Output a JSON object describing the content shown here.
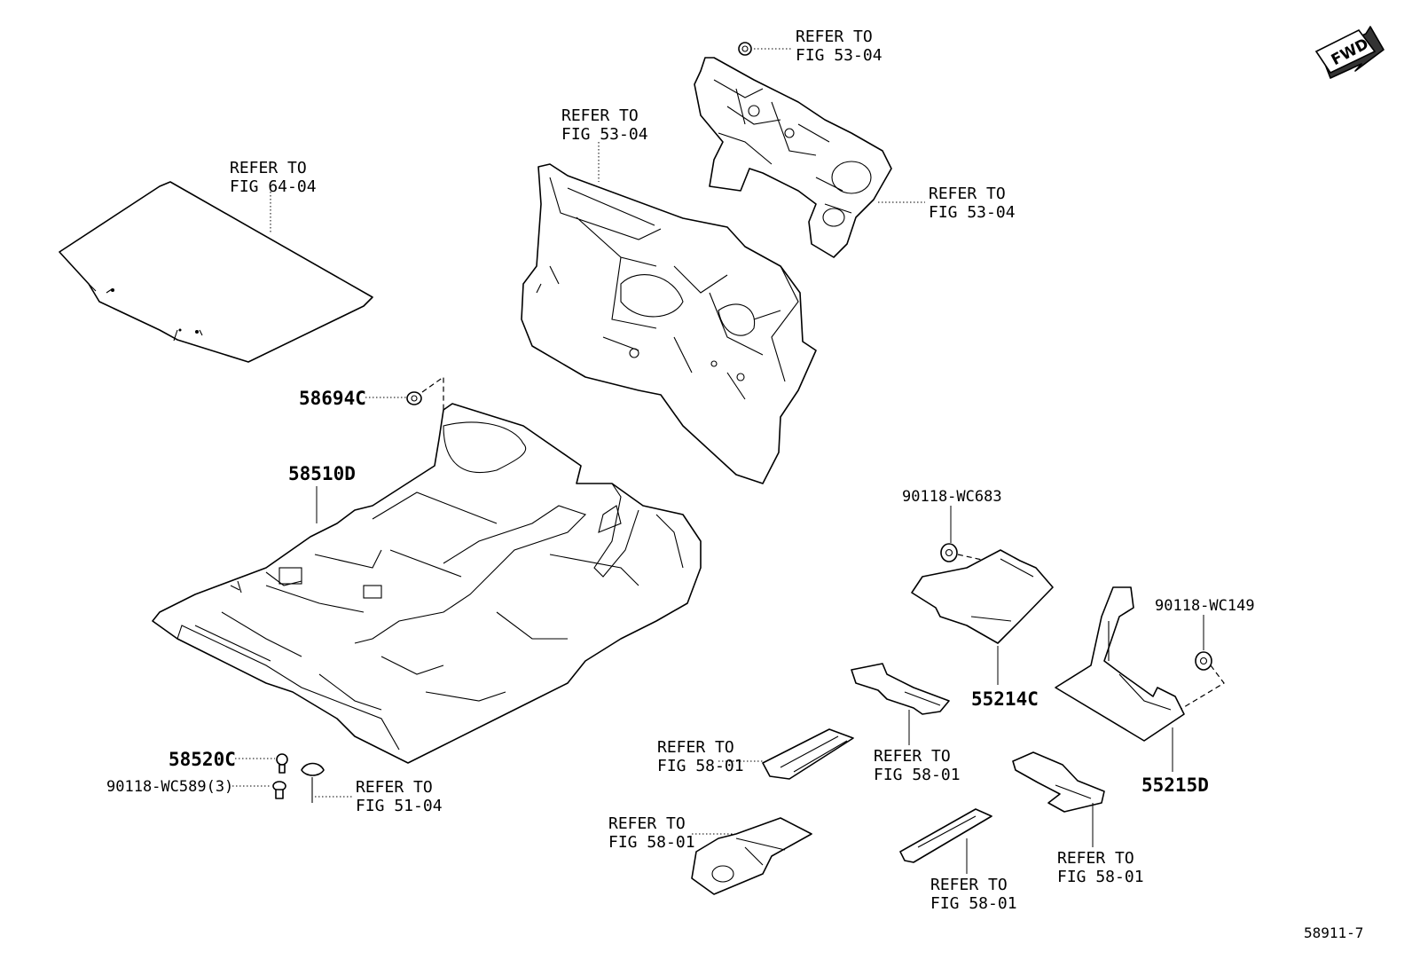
{
  "refer_labels": {
    "clip_top": [
      "REFER TO",
      "FIG 53-04"
    ],
    "dash_panel": [
      "REFER TO",
      "FIG 53-04"
    ],
    "dash_silencer": [
      "REFER TO",
      "FIG 53-04"
    ],
    "rear_tray": [
      "REFER TO",
      "FIG 64-04"
    ],
    "scuff": [
      "REFER TO",
      "FIG 51-04"
    ],
    "insul_a": [
      "REFER TO",
      "FIG 58-01"
    ],
    "insul_b": [
      "REFER TO",
      "FIG 58-01"
    ],
    "insul_c": [
      "REFER TO",
      "FIG 58-01"
    ],
    "insul_d": [
      "REFER TO",
      "FIG 58-01"
    ],
    "insul_e": [
      "REFER TO",
      "FIG 58-01"
    ]
  },
  "part_numbers": {
    "p58694C": "58694C",
    "p58510D": "58510D",
    "p58520C": "58520C",
    "p90118_WC589": "90118-WC589(3)",
    "p90118_WC683": "90118-WC683",
    "p55214C": "55214C",
    "p90118_WC149": "90118-WC149",
    "p55215D": "55215D"
  },
  "fwd_badge": "FWD",
  "figure_id": "58911-7"
}
